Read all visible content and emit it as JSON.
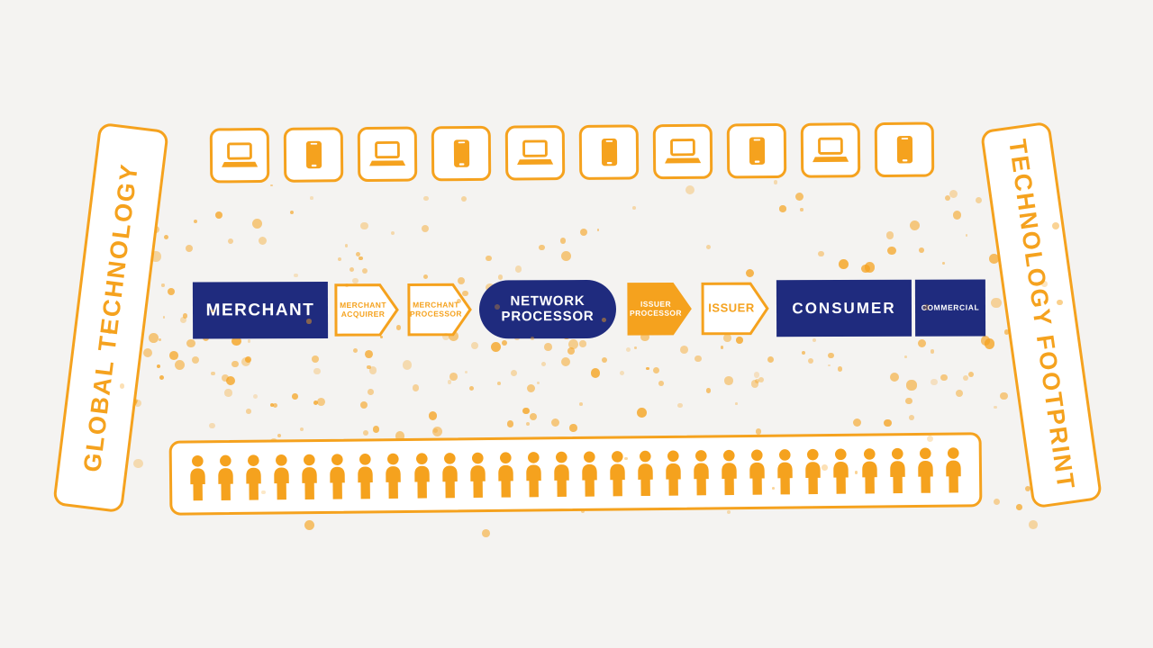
{
  "palette": {
    "orange": "#F5A21E",
    "navy": "#1F2B7E",
    "background": "#F4F3F1",
    "white": "#FFFFFF"
  },
  "left_panel": {
    "label": "GLOBAL TECHNOLOGY"
  },
  "right_panel": {
    "label": "TECHNOLOGY FOOTPRINT"
  },
  "devices": {
    "tiles": [
      "laptop-icon",
      "phone-icon",
      "laptop-icon",
      "phone-icon",
      "laptop-icon",
      "phone-icon",
      "laptop-icon",
      "phone-icon",
      "laptop-icon",
      "phone-icon"
    ]
  },
  "flow": {
    "nodes": [
      {
        "id": "merchant",
        "label": "MERCHANT",
        "shape": "navy-rect"
      },
      {
        "id": "merchant-acquirer",
        "label": "MERCHANT ACQUIRER",
        "shape": "orange-outline-arrow"
      },
      {
        "id": "merchant-processor",
        "label": "MERCHANT PROCESSOR",
        "shape": "orange-outline-arrow"
      },
      {
        "id": "network-processor",
        "label": "NETWORK PROCESSOR",
        "shape": "navy-pill"
      },
      {
        "id": "issuer-processor",
        "label": "ISSUER PROCESSOR",
        "shape": "orange-filled-arrow"
      },
      {
        "id": "issuer",
        "label": "ISSUER",
        "shape": "orange-outline-arrow"
      },
      {
        "id": "consumer",
        "label": "CONSUMER",
        "shape": "navy-rect"
      },
      {
        "id": "commercial",
        "label": "COMMERCIAL",
        "shape": "navy-rect"
      }
    ]
  },
  "people": {
    "icon": "person-icon",
    "count": 28
  },
  "decor": {
    "dot_color": "#F5A21E",
    "dots_back_count": 250,
    "dots_front_count": 55
  }
}
